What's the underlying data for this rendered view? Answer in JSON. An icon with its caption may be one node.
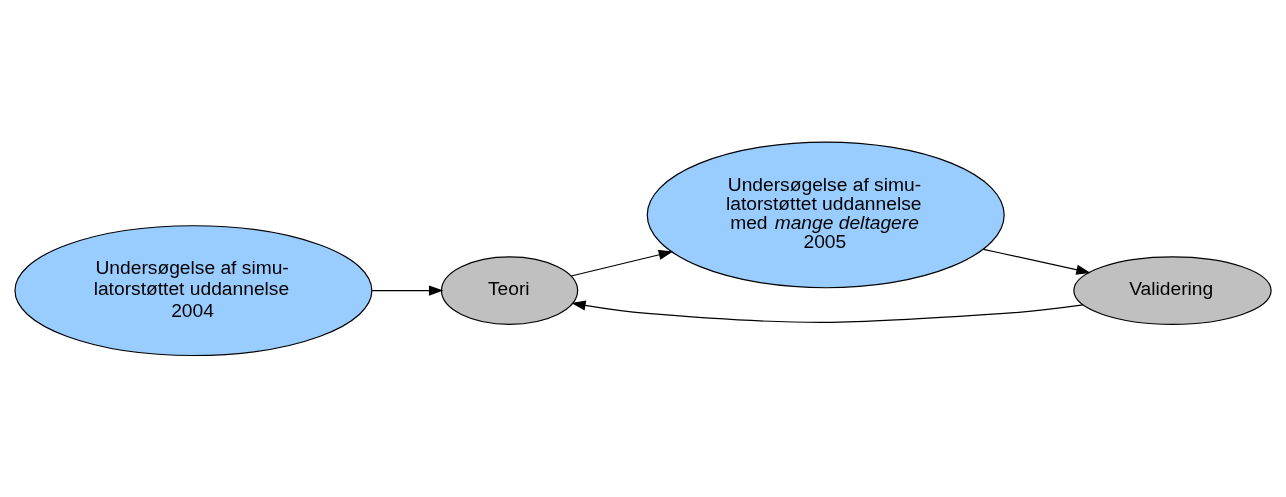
{
  "diagram": {
    "nodes": [
      {
        "text": [
          "Teori"
        ]
      },
      {
        "text": [
          "Undersøgelse af simu- latorstøttet uddannelse med *mange deltagere* 2005"
        ]
      },
      {
        "text": [
          "Validering"
        ]
      },
      {
        "text": [
          "Undersøgelse af simu- latorstøttet uddannelse 2004"
        ]
      }
    ],
    "edges": [
      {
        "from": 3,
        "to": 0,
        "arrow": "to"
      },
      {
        "from": 0,
        "to": 1,
        "arrow": "to"
      },
      {
        "from": 1,
        "to": 2,
        "arrow": "to"
      },
      {
        "from": 2,
        "to": 0,
        "arrow": "to"
      }
    ]
  }
}
